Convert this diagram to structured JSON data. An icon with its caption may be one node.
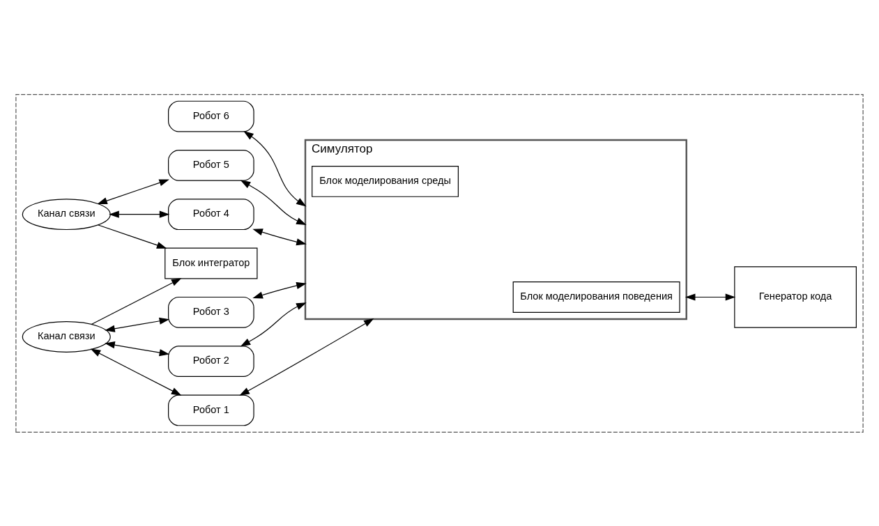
{
  "diagram": {
    "nodes": [
      {
        "text": [],
        "shape": "box"
      },
      {
        "text": [
          "Канал связи"
        ],
        "in": 0
      },
      {
        "text": [
          "Блок интегратор"
        ],
        "in": 0
      },
      {
        "text": [
          "Канал связи"
        ],
        "in": 0
      },
      {
        "text": [
          "Робот 1"
        ],
        "in": 0
      },
      {
        "text": [
          "Робот 2"
        ],
        "in": 0
      },
      {
        "text": [
          "Робот 3"
        ],
        "in": 0
      },
      {
        "text": [
          "Робот 4"
        ],
        "in": 0
      },
      {
        "text": [
          "Робот 5"
        ],
        "in": 0
      },
      {
        "text": [
          "Робот 6"
        ],
        "in": 0
      },
      {
        "text": [
          "Симулятор"
        ],
        "in": 0
      },
      {
        "text": [
          "Блок моделирования поведения"
        ],
        "in": 10
      },
      {
        "text": [
          "Блок моделирования среды"
        ],
        "in": 10
      },
      {
        "text": [
          "Генератор кода"
        ],
        "in": 0
      }
    ],
    "edges": [
      {
        "from": 1,
        "to": 4,
        "arrow": "both"
      },
      {
        "from": 1,
        "to": 5,
        "arrow": "both"
      },
      {
        "from": 1,
        "to": 6,
        "arrow": "both"
      },
      {
        "from": 1,
        "to": 2,
        "arrow": "to"
      },
      {
        "from": 3,
        "to": 2,
        "arrow": "to"
      },
      {
        "from": 3,
        "to": 7,
        "arrow": "both"
      },
      {
        "from": 3,
        "to": 8,
        "arrow": "both"
      },
      {
        "from": 4,
        "to": 10,
        "arrow": "both"
      },
      {
        "from": 5,
        "to": 10,
        "arrow": "both"
      },
      {
        "from": 6,
        "to": 10,
        "arrow": "both"
      },
      {
        "from": 7,
        "to": 10,
        "arrow": "both"
      },
      {
        "from": 8,
        "to": 10,
        "arrow": "both"
      },
      {
        "from": 9,
        "to": 10,
        "arrow": "both"
      },
      {
        "from": 10,
        "to": 13,
        "arrow": "both"
      }
    ]
  }
}
